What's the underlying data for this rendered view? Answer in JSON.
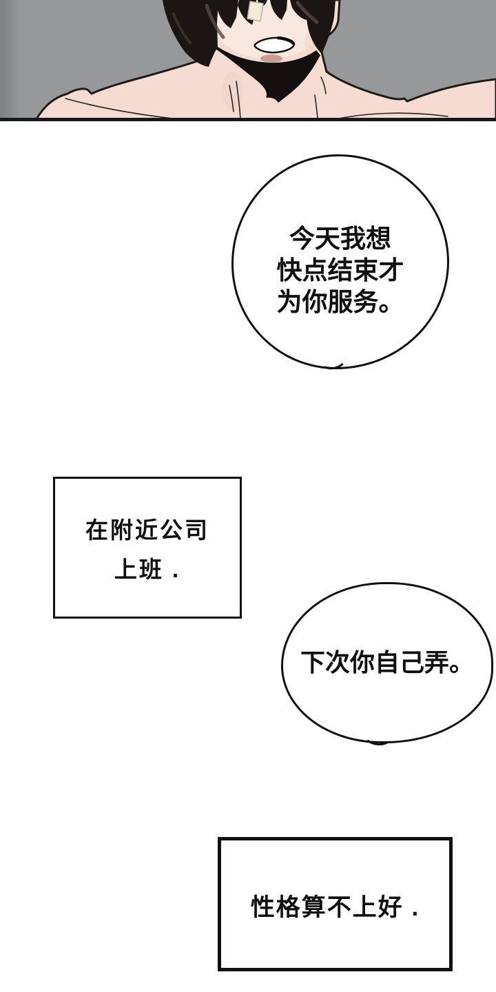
{
  "panel": {
    "background_color": "#96989a",
    "border_color": "#17171d",
    "figure": "man-gritting-teeth"
  },
  "bubbles": {
    "b1": {
      "shape": "hand-drawn-circle",
      "lines": [
        "今天我想",
        "快点结束才",
        "为你服务。"
      ]
    },
    "b2": {
      "shape": "rectangle",
      "lines": [
        "在附近公司",
        "上班 ."
      ]
    },
    "b3": {
      "shape": "ellipse",
      "lines": [
        "下次你自己弄。"
      ]
    },
    "b4": {
      "shape": "rectangle",
      "lines": [
        "性格算不上好 ."
      ]
    }
  },
  "colors": {
    "ink": "#101010",
    "page_background": "#ffffff",
    "skin": "#f4dcd2",
    "skin_light": "#f9e8e0",
    "hair": "#1b1614",
    "bandage": "#f3ebd8"
  }
}
